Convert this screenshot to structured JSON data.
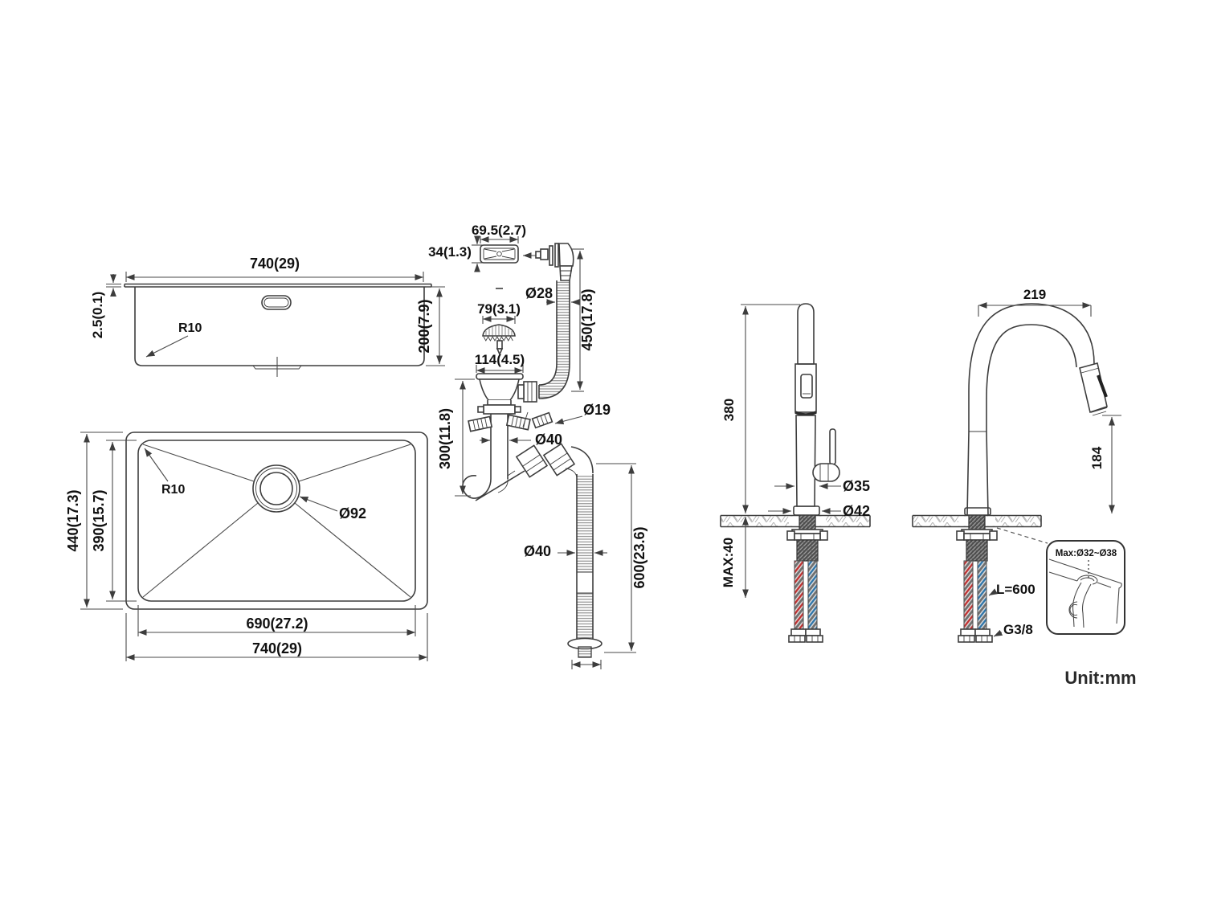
{
  "side_view": {
    "width": "740(29)",
    "rim_thickness": "2.5(0.1)",
    "corner_radius": "R10",
    "depth": "200(7.9)"
  },
  "top_view": {
    "outer_length": "440(17.3)",
    "inner_length": "390(15.7)",
    "corner_radius": "R10",
    "drain_diameter": "Ø92",
    "inner_width": "690(27.2)",
    "outer_width": "740(29)"
  },
  "drain": {
    "overflow_width": "69.5(2.7)",
    "overflow_height": "34(1.3)",
    "overflow_hose_diameter": "Ø28",
    "overflow_hose_length": "450(17.8)",
    "strainer_diameter": "79(3.1)",
    "flange_diameter": "114(4.5)",
    "branch_diameter": "Ø19",
    "trap_height": "300(11.8)",
    "pipe_diameter": "Ø40",
    "hose_diameter": "Ø40",
    "hose_length": "600(23.6)"
  },
  "faucet_front": {
    "height": "380",
    "body_diameter": "Ø35",
    "base_diameter": "Ø42",
    "counter_max": "MAX:40"
  },
  "faucet_side": {
    "reach": "219",
    "spout_height": "184",
    "supply_hose_length": "L=600",
    "thread_size": "G3/8",
    "hole_range": "Max:Ø32~Ø38"
  },
  "note": {
    "unit": "Unit:mm"
  }
}
